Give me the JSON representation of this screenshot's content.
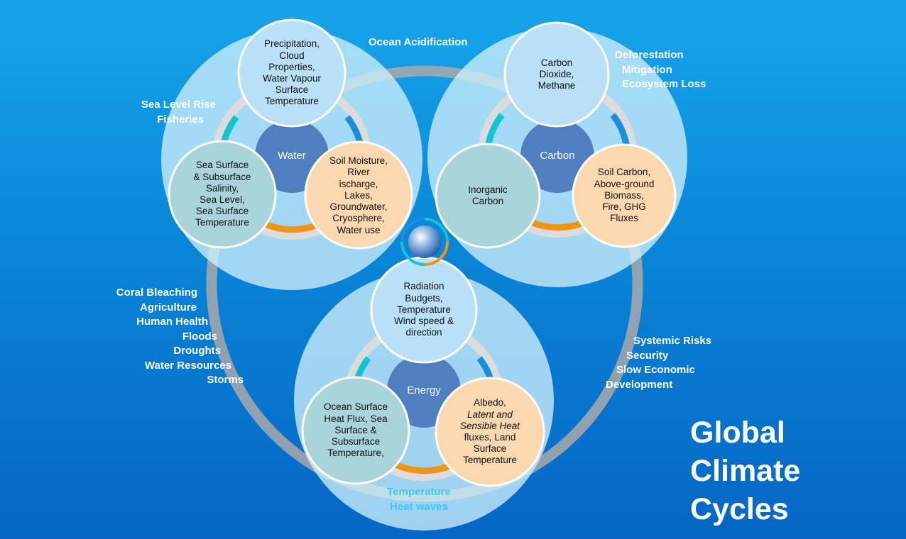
{
  "title": [
    "Global",
    "Climate",
    "Cycles"
  ],
  "cycles": {
    "water": {
      "hub": "Water",
      "nodes": {
        "top": "Precipitation,\nCloud\nProperties,\nWater Vapour\nSurface\nTemperature",
        "left": "Sea Surface\n& Subsurface\nSalinity,\nSea Level,\nSea Surface\nTemperature",
        "right": "Soil Moisture,\nRiver\nischarge,\nLakes,\nGroundwater,\nCryosphere,\nWater use"
      }
    },
    "carbon": {
      "hub": "Carbon",
      "nodes": {
        "top": "Carbon\nDioxide,\nMethane",
        "left": "Inorganic\nCarbon",
        "right": "Soil Carbon,\nAbove-ground\nBiomass,\nFire, GHG\nFluxes"
      }
    },
    "energy": {
      "hub": "Energy",
      "nodes": {
        "top": "Radiation\nBudgets,\nTemperature\nWind speed &\ndirection",
        "left": "Ocean Surface\nHeat Flux, Sea\nSurface &\nSubsurface\nTemperature,",
        "right_lines": [
          "Albedo,",
          "Latent and",
          "Sensible Heat",
          "fluxes, Land",
          "Surface",
          "Temperature"
        ]
      }
    }
  },
  "impacts": {
    "ocean": [
      "Ocean Acidification"
    ],
    "sea_level": [
      "Sea Level Rise",
      "Fisheries"
    ],
    "deforestation": [
      "Deforestation",
      "Mitigation",
      "Ecosystem Loss"
    ],
    "water_impacts": [
      "Coral Bleaching",
      "Agriculture",
      "Human Health",
      "Floods",
      "Droughts",
      "Water Resources",
      "Storms"
    ],
    "systemic": [
      "Systemic Risks",
      "Security",
      "Slow Economic",
      "Development"
    ],
    "temperature": [
      "Temperature",
      "Heat waves"
    ]
  },
  "colors": {
    "big_circle": "#cdeefb",
    "outer_ring": "#aaaaaa",
    "hub": "#4f7fbe",
    "satellite_top": "#b9e0f7",
    "satellite_left": "#a8d4da",
    "satellite_right": "#fbd8b0",
    "arc_cyan": "#14c4d6",
    "arc_blue": "#1b8fdc",
    "arc_orange": "#f29312",
    "label_light": "#3ec8f5"
  }
}
